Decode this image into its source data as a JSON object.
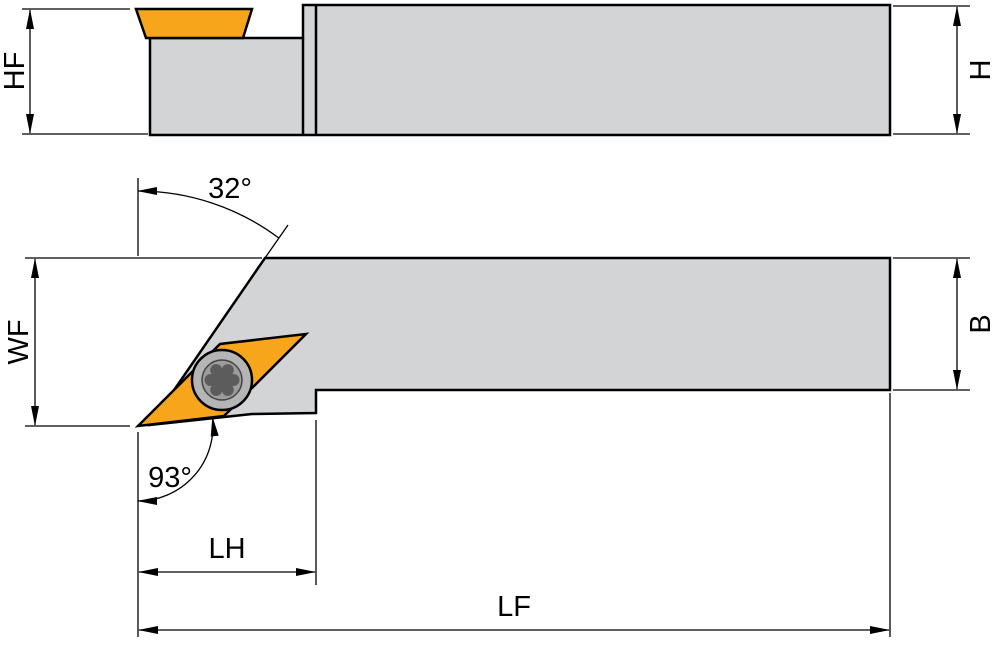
{
  "drawing": {
    "colors": {
      "background": "#ffffff",
      "body": "#d3d4d5",
      "outline": "#000000",
      "insert": "#f7a51b",
      "screw_outer": "#b5b5b5",
      "screw_inner": "#9c9c9c",
      "screw_star": "#5c5c5c"
    },
    "labels": {
      "hf": "HF",
      "h": "H",
      "wf": "WF",
      "b": "B",
      "angle_head": "32°",
      "angle_lead": "93°",
      "lh": "LH",
      "lf": "LF"
    }
  }
}
